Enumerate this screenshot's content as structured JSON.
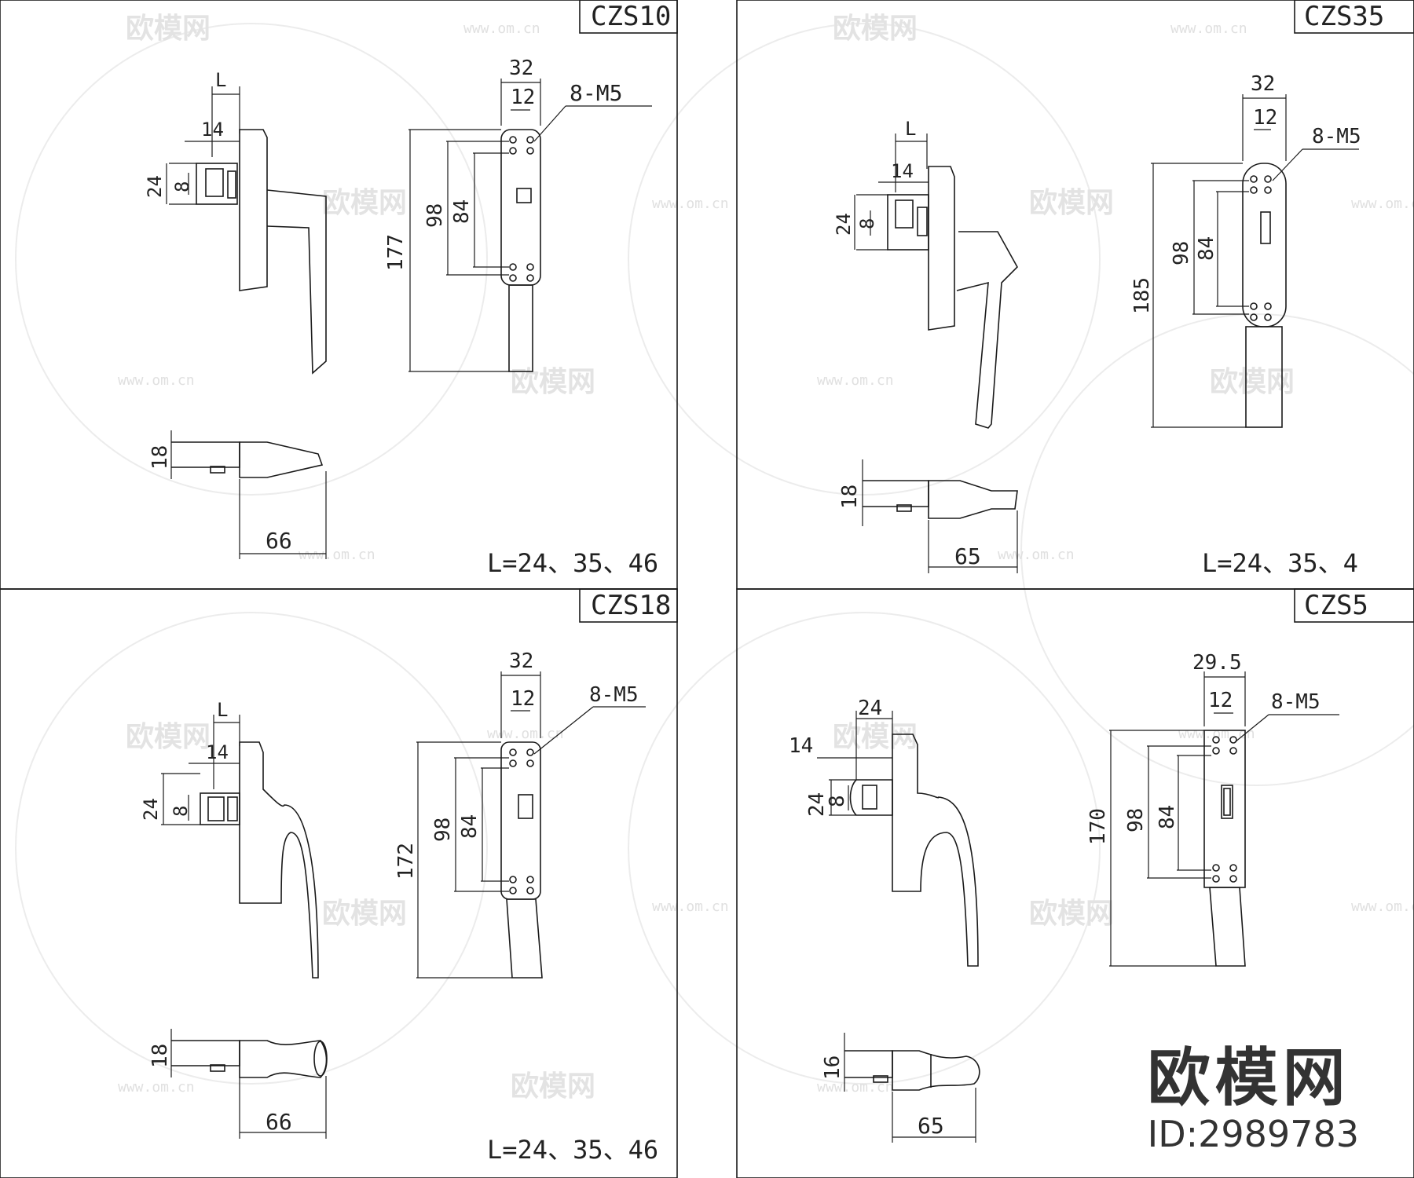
{
  "panels": [
    {
      "code": "CZS10",
      "top_dims": {
        "L": "L",
        "d14": "14",
        "d24": "24",
        "d8": "8"
      },
      "plate_dims": {
        "w32": "32",
        "w12": "12",
        "holes": "8-M5",
        "h_total": "177",
        "h98": "98",
        "h84": "84"
      },
      "side_dims": {
        "t18": "18",
        "len": "66"
      },
      "note": "L=24、35、46"
    },
    {
      "code": "CZS35",
      "top_dims": {
        "L": "L",
        "d14": "14",
        "d24": "24",
        "d8": "8"
      },
      "plate_dims": {
        "w32": "32",
        "w12": "12",
        "holes": "8-M5",
        "h_total": "185",
        "h98": "98",
        "h84": "84"
      },
      "side_dims": {
        "t18": "18",
        "len": "65"
      },
      "note": "L=24、35、4"
    },
    {
      "code": "CZS18",
      "top_dims": {
        "L": "L",
        "d14": "14",
        "d24": "24",
        "d8": "8"
      },
      "plate_dims": {
        "w32": "32",
        "w12": "12",
        "holes": "8-M5",
        "h_total": "172",
        "h98": "98",
        "h84": "84"
      },
      "side_dims": {
        "t18": "18",
        "len": "66"
      },
      "note": "L=24、35、46"
    },
    {
      "code": "CZS5",
      "top_dims": {
        "L": "24",
        "d14": "14",
        "d24": "24",
        "d8": "8"
      },
      "plate_dims": {
        "w32": "29.5",
        "w12": "12",
        "holes": "8-M5",
        "h_total": "170",
        "h98": "98",
        "h84": "84"
      },
      "side_dims": {
        "t18": "16",
        "len": "65"
      },
      "note": ""
    }
  ],
  "watermarks": {
    "logo": "欧模网",
    "url": "www.om.cn"
  },
  "brand": {
    "logo": "欧模网",
    "id": "ID:2989783"
  }
}
